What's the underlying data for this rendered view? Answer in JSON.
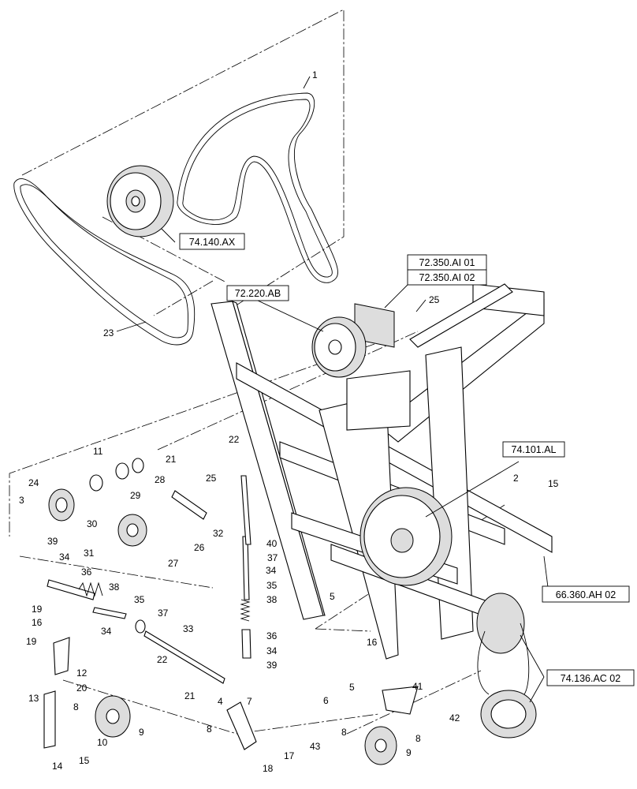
{
  "diagram": {
    "reference_labels": {
      "r1": "74.140.AX",
      "r2": "72.350.AI 01",
      "r3": "72.350.AI 02",
      "r4": "72.220.AB",
      "r5": "74.101.AL",
      "r6": "66.360.AH 02",
      "r7": "74.136.AC 02"
    },
    "callouts": {
      "c1": "1",
      "c23": "23",
      "c25a": "25",
      "c22a": "22",
      "c11": "11",
      "c21a": "21",
      "c24": "24",
      "c3": "3",
      "c28": "28",
      "c29": "29",
      "c25b": "25",
      "c30": "30",
      "c32": "32",
      "c31": "31",
      "c26": "26",
      "c27": "27",
      "c39a": "39",
      "c34a": "34",
      "c36a": "36",
      "c38a": "38",
      "c35a": "35",
      "c37a": "37",
      "c34b": "34",
      "c33": "33",
      "c40": "40",
      "c37b": "37",
      "c34c": "34",
      "c35b": "35",
      "c38b": "38",
      "c36b": "36",
      "c34d": "34",
      "c39b": "39",
      "c22b": "22",
      "c21b": "21",
      "c19a": "19",
      "c16a": "16",
      "c19b": "19",
      "c12": "12",
      "c20": "20",
      "c13": "13",
      "c8a": "8",
      "c10": "10",
      "c9a": "9",
      "c14": "14",
      "c15a": "15",
      "c4": "4",
      "c7": "7",
      "c8b": "8",
      "c17": "17",
      "c18": "18",
      "c2": "2",
      "c15b": "15",
      "c5a": "5",
      "c16b": "16",
      "c5b": "5",
      "c41": "41",
      "c6": "6",
      "c42": "42",
      "c8c": "8",
      "c8d": "8",
      "c43": "43",
      "c9b": "9"
    }
  }
}
